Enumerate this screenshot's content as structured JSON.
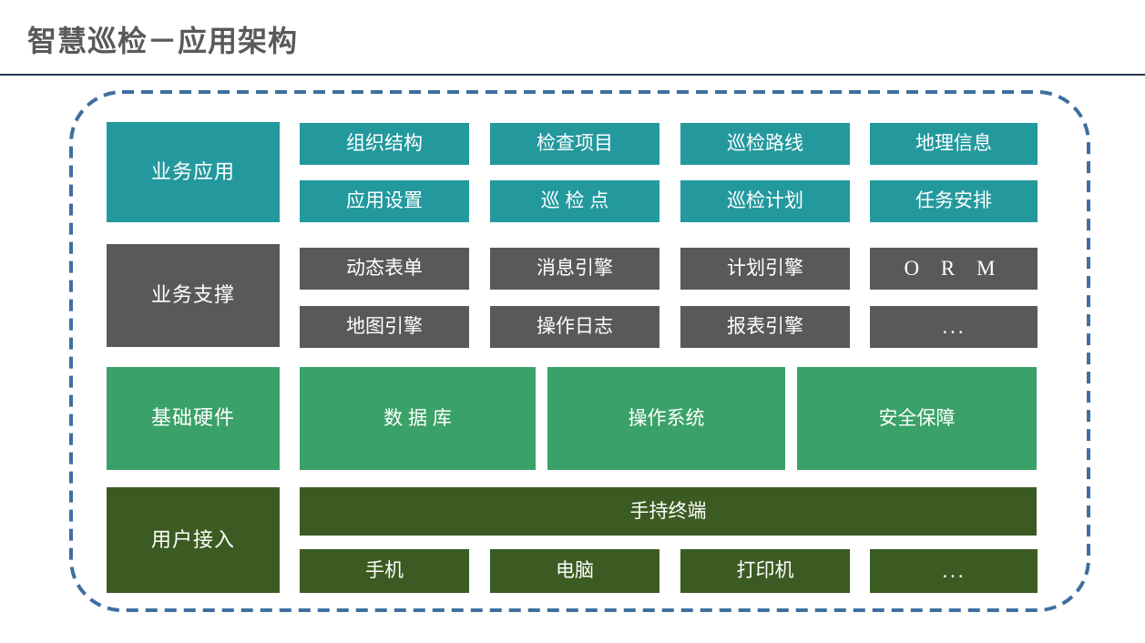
{
  "page": {
    "title": "智慧巡检－应用架构"
  },
  "colors": {
    "teal": "#23999E",
    "gray": "#595959",
    "green": "#3AA268",
    "dark_green": "#3B5B22",
    "frame_blue": "#3E6F9F",
    "divider_navy": "#22374E",
    "title_text": "#595959",
    "box_text": "#FFFFFF"
  },
  "architecture": {
    "layers": [
      {
        "label": "业务应用",
        "theme": "teal",
        "row1": [
          "组织结构",
          "检查项目",
          "巡检路线",
          "地理信息"
        ],
        "row2": [
          "应用设置",
          "巡 检 点",
          "巡检计划",
          "任务安排"
        ]
      },
      {
        "label": "业务支撑",
        "theme": "gray",
        "row1": [
          "动态表单",
          "消息引擎",
          "计划引擎",
          "O R M"
        ],
        "row2": [
          "地图引擎",
          "操作日志",
          "报表引擎",
          "..."
        ]
      },
      {
        "label": "基础硬件",
        "theme": "green",
        "row1": [
          "数 据 库",
          "操作系统",
          "安全保障"
        ]
      },
      {
        "label": "用户接入",
        "theme": "dark-green",
        "wide": "手持终端",
        "row1": [
          "手机",
          "电脑",
          "打印机",
          "..."
        ]
      }
    ]
  }
}
